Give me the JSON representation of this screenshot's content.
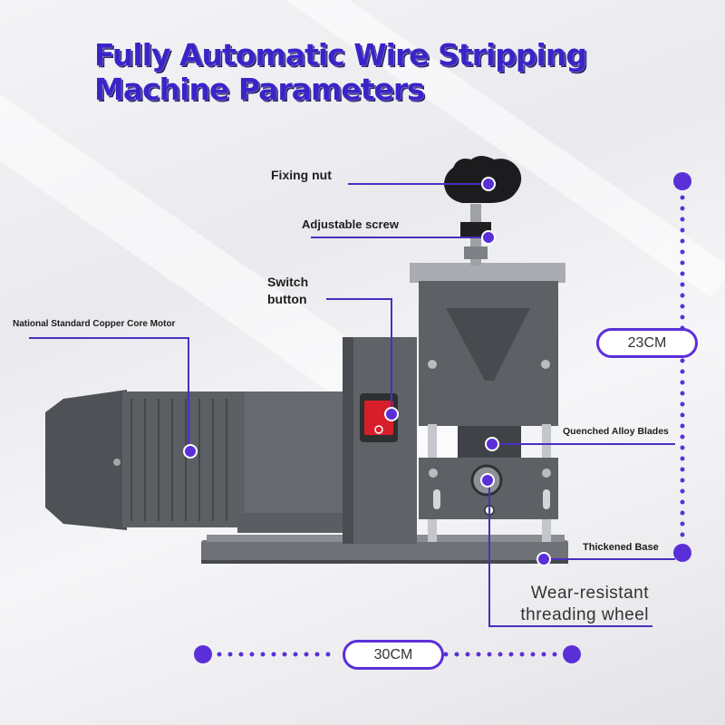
{
  "title": {
    "line1": "Fully Automatic Wire Stripping",
    "line2": "Machine Parameters"
  },
  "labels": {
    "fixing_nut": "Fixing nut",
    "adjustable_screw": "Adjustable screw",
    "switch_button_line1": "Switch",
    "switch_button_line2": "button",
    "motor": "National Standard Copper Core Motor",
    "blades": "Quenched Alloy Blades",
    "base": "Thickened Base",
    "wheel_line1": "Wear-resistant",
    "wheel_line2": "threading wheel"
  },
  "dimensions": {
    "height": "23CM",
    "width": "30CM"
  },
  "colors": {
    "accent": "#5b2fd8",
    "machine": "#55585c",
    "switch": "#d61f2a"
  }
}
